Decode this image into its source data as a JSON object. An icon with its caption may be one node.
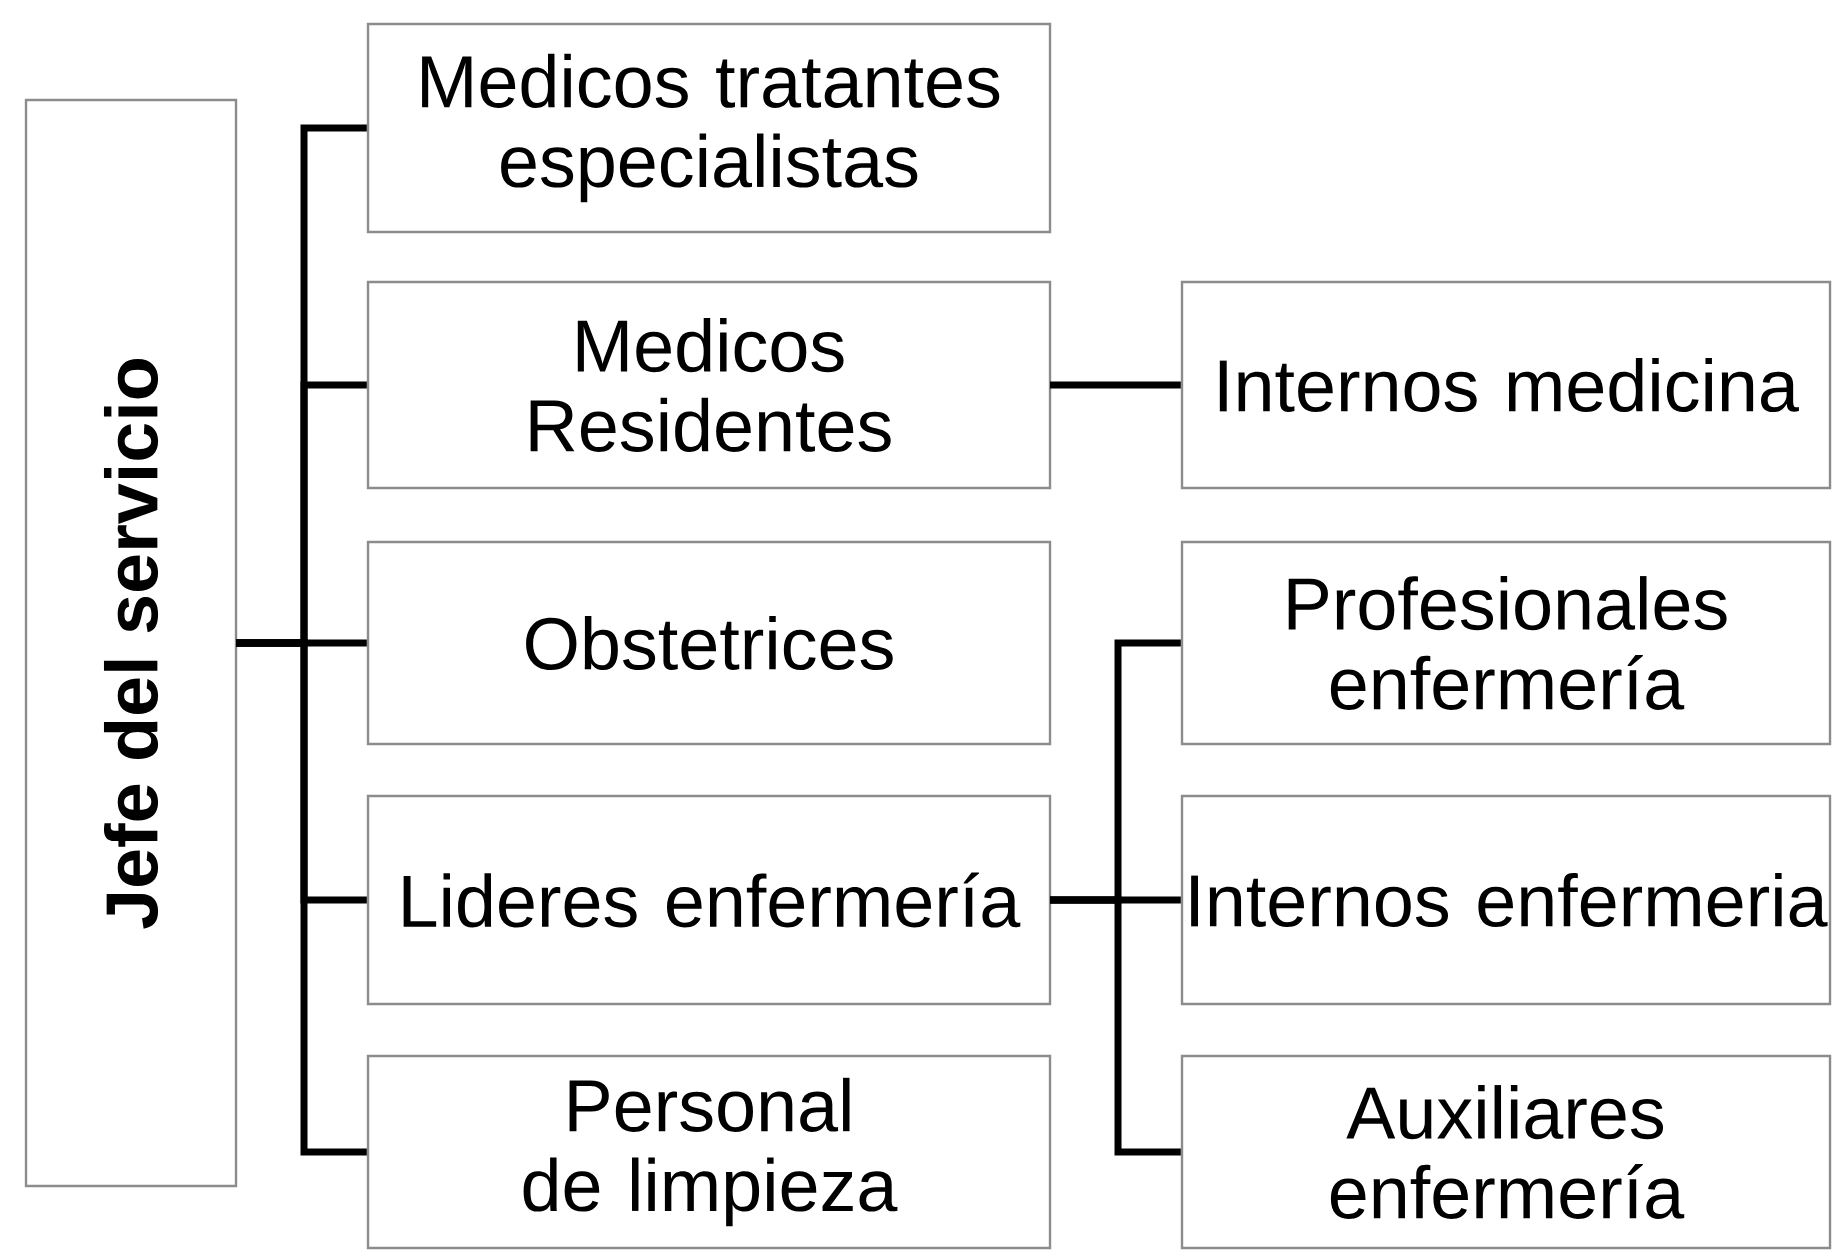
{
  "diagram": {
    "nodes": [
      {
        "text": [
          "Jefe del servicio"
        ]
      },
      {
        "text": [
          "Medicos tratantes especialistas"
        ]
      },
      {
        "text": [
          "Medicos Residentes"
        ]
      },
      {
        "text": [
          "Obstetrices"
        ]
      },
      {
        "text": [
          "Lideres enfermería"
        ]
      },
      {
        "text": [
          "Personal de limpieza"
        ]
      },
      {
        "text": [
          "Internos medicina"
        ]
      },
      {
        "text": [
          "Profesionales enfermería"
        ]
      },
      {
        "text": [
          "Internos enfermeria"
        ]
      },
      {
        "text": [
          "Auxiliares enfermería"
        ]
      }
    ],
    "edges": [
      {
        "from": 0,
        "to": 1,
        "arrow": "none"
      },
      {
        "from": 0,
        "to": 2,
        "arrow": "none"
      },
      {
        "from": 0,
        "to": 3,
        "arrow": "none"
      },
      {
        "from": 0,
        "to": 4,
        "arrow": "none"
      },
      {
        "from": 0,
        "to": 5,
        "arrow": "none"
      },
      {
        "from": 2,
        "to": 6,
        "arrow": "none"
      },
      {
        "from": 4,
        "to": 7,
        "arrow": "none"
      },
      {
        "from": 4,
        "to": 8,
        "arrow": "none"
      },
      {
        "from": 4,
        "to": 9,
        "arrow": "none"
      }
    ]
  }
}
